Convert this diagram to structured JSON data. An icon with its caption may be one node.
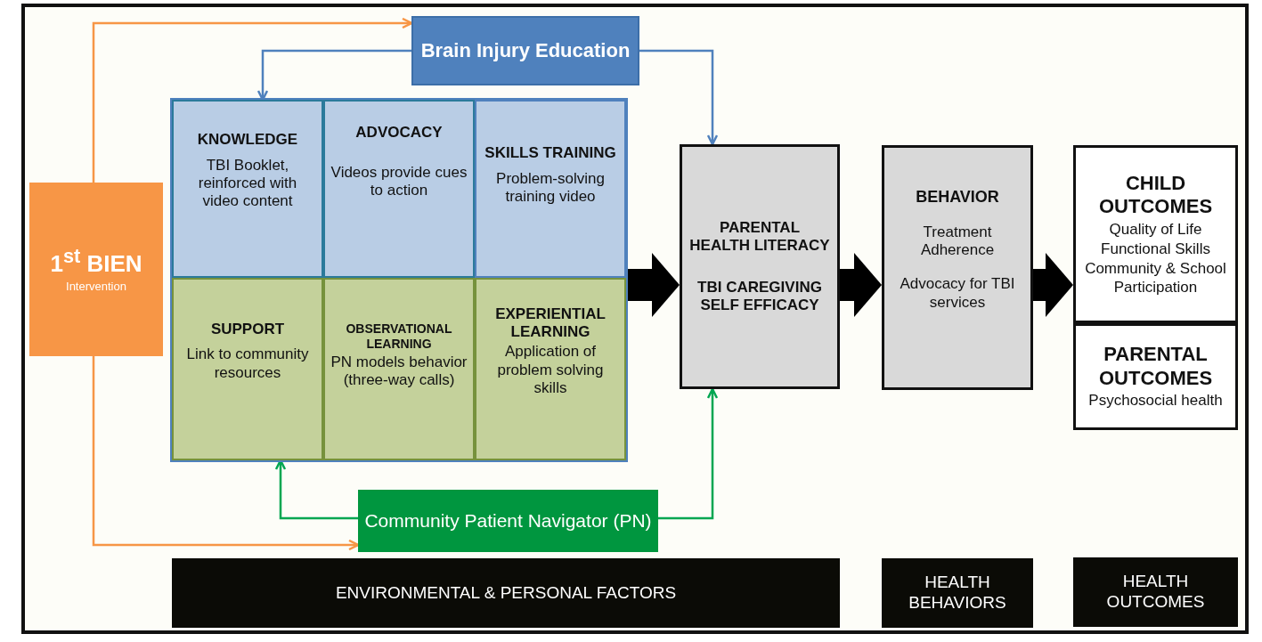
{
  "diagram": {
    "nodes": [
      {
        "text": [
          "1$^{st}$ BIEN",
          "Intervention"
        ]
      },
      {
        "text": [
          "Brain Injury Education"
        ]
      },
      {
        "text": [],
        "shape": "box"
      },
      {
        "text": [
          "KNOWLEDGE",
          "TBI Booklet, reinforced with video content"
        ],
        "in": 2
      },
      {
        "text": [
          "ADVOCACY",
          "Videos provide cues to action"
        ],
        "in": 2
      },
      {
        "text": [
          "SKILLS TRAINING",
          "Problem-solving training video"
        ],
        "in": 2
      },
      {
        "text": [
          "SUPPORT",
          "Link to community resources"
        ],
        "in": 2
      },
      {
        "text": [
          "OBSERVATIONAL LEARNING",
          "PN models behavior (three-way calls)"
        ],
        "in": 2
      },
      {
        "text": [
          "EXPERIENTIAL LEARNING",
          "Application of problem solving skills"
        ],
        "in": 2
      },
      {
        "text": [
          "PARENTAL HEALTH LITERACY",
          "TBI CAREGIVING SELF EFFICACY"
        ]
      },
      {
        "text": [
          "BEHAVIOR",
          "Treatment Adherence",
          "Advocacy for TBI services"
        ]
      },
      {
        "text": [
          "CHILD OUTCOMES",
          "Quality of Life",
          "Functional Skills",
          "Community & School Participation"
        ]
      },
      {
        "text": [
          "PARENTAL OUTCOMES",
          "Psychosocial health"
        ]
      },
      {
        "text": [
          "Community Patient Navigator (PN)"
        ]
      },
      {
        "text": [
          "ENVIRONMENTAL & PERSONAL FACTORS"
        ]
      },
      {
        "text": [
          "HEALTH BEHAVIORS"
        ]
      },
      {
        "text": [
          "HEALTH OUTCOMES"
        ]
      }
    ],
    "edges": [
      {
        "from": 0,
        "to": 1,
        "arrow": "to",
        "color": "#f79646"
      },
      {
        "from": 0,
        "to": 13,
        "arrow": "to",
        "color": "#f79646"
      },
      {
        "from": 1,
        "to": 2,
        "arrow": "to",
        "color": "#4f81bd"
      },
      {
        "from": 1,
        "to": 9,
        "arrow": "to",
        "color": "#4f81bd"
      },
      {
        "from": 13,
        "to": 2,
        "arrow": "to",
        "color": "#00a651"
      },
      {
        "from": 13,
        "to": 9,
        "arrow": "to",
        "color": "#00a651"
      },
      {
        "from": 2,
        "to": 9,
        "arrow": "to",
        "style": "thick",
        "color": "#000000"
      },
      {
        "from": 9,
        "to": 10,
        "arrow": "to",
        "style": "thick",
        "color": "#000000"
      },
      {
        "from": 10,
        "to": 11,
        "arrow": "to",
        "style": "thick",
        "color": "#000000"
      }
    ]
  }
}
